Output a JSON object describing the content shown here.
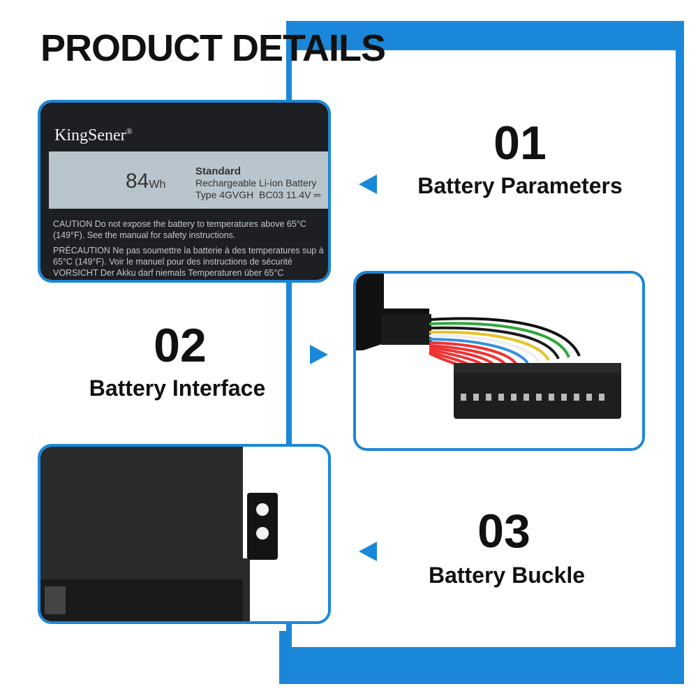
{
  "header": {
    "title": "PRODUCT DETAILS"
  },
  "colors": {
    "accent": "#1b87d8",
    "text": "#111111"
  },
  "features": [
    {
      "number": "01",
      "caption": "Battery Parameters"
    },
    {
      "number": "02",
      "caption": "Battery Interface"
    },
    {
      "number": "03",
      "caption": "Battery Buckle"
    }
  ],
  "battery_label": {
    "brand": "KingSener",
    "brand_mark": "®",
    "capacity": "84",
    "capacity_unit": "Wh",
    "standard": "Standard",
    "chemistry": "Rechargeable Li-ion Battery",
    "type": "Type 4GVGH",
    "spec": "BC03  11.4V ═",
    "caution": "CAUTION Do not expose the battery to temperatures above 65°C (149°F). See the manual for safety instructions.",
    "precaution": "PRÉCAUTION Ne pas soumettre la batterie à des temperatures sup à 65°C (149°F). Voir le manuel pour des instructions de sécurité",
    "vorsicht": "VORSICHT Der Akku darf niemals Temperaturen über 65°C"
  },
  "icons": [
    "arrow-left-icon",
    "arrow-right-icon",
    "arrow-left-icon"
  ]
}
